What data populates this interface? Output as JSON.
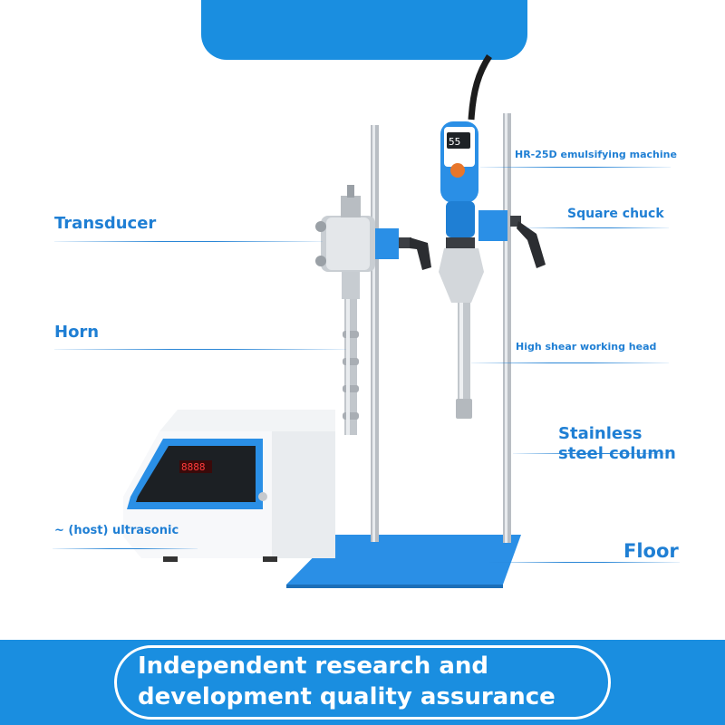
{
  "labels": {
    "emulsifying_machine": "HR-25D emulsifying machine",
    "square_chuck": "Square chuck",
    "transducer": "Transducer",
    "horn": "Horn",
    "high_shear_head": "High shear working head",
    "stainless_line1": "Stainless",
    "stainless_line2": "steel column",
    "ultrasonic_host": "~ (host) ultrasonic",
    "floor": "Floor"
  },
  "footer": {
    "line1": "Independent research and",
    "line2": "development quality assurance"
  },
  "device_display": {
    "host_readout": "8888",
    "emulsifier_readout": "55"
  },
  "colors": {
    "accent": "#1a8ee0",
    "label": "#1f7fd4",
    "base_plate": "#2a8fe6"
  }
}
